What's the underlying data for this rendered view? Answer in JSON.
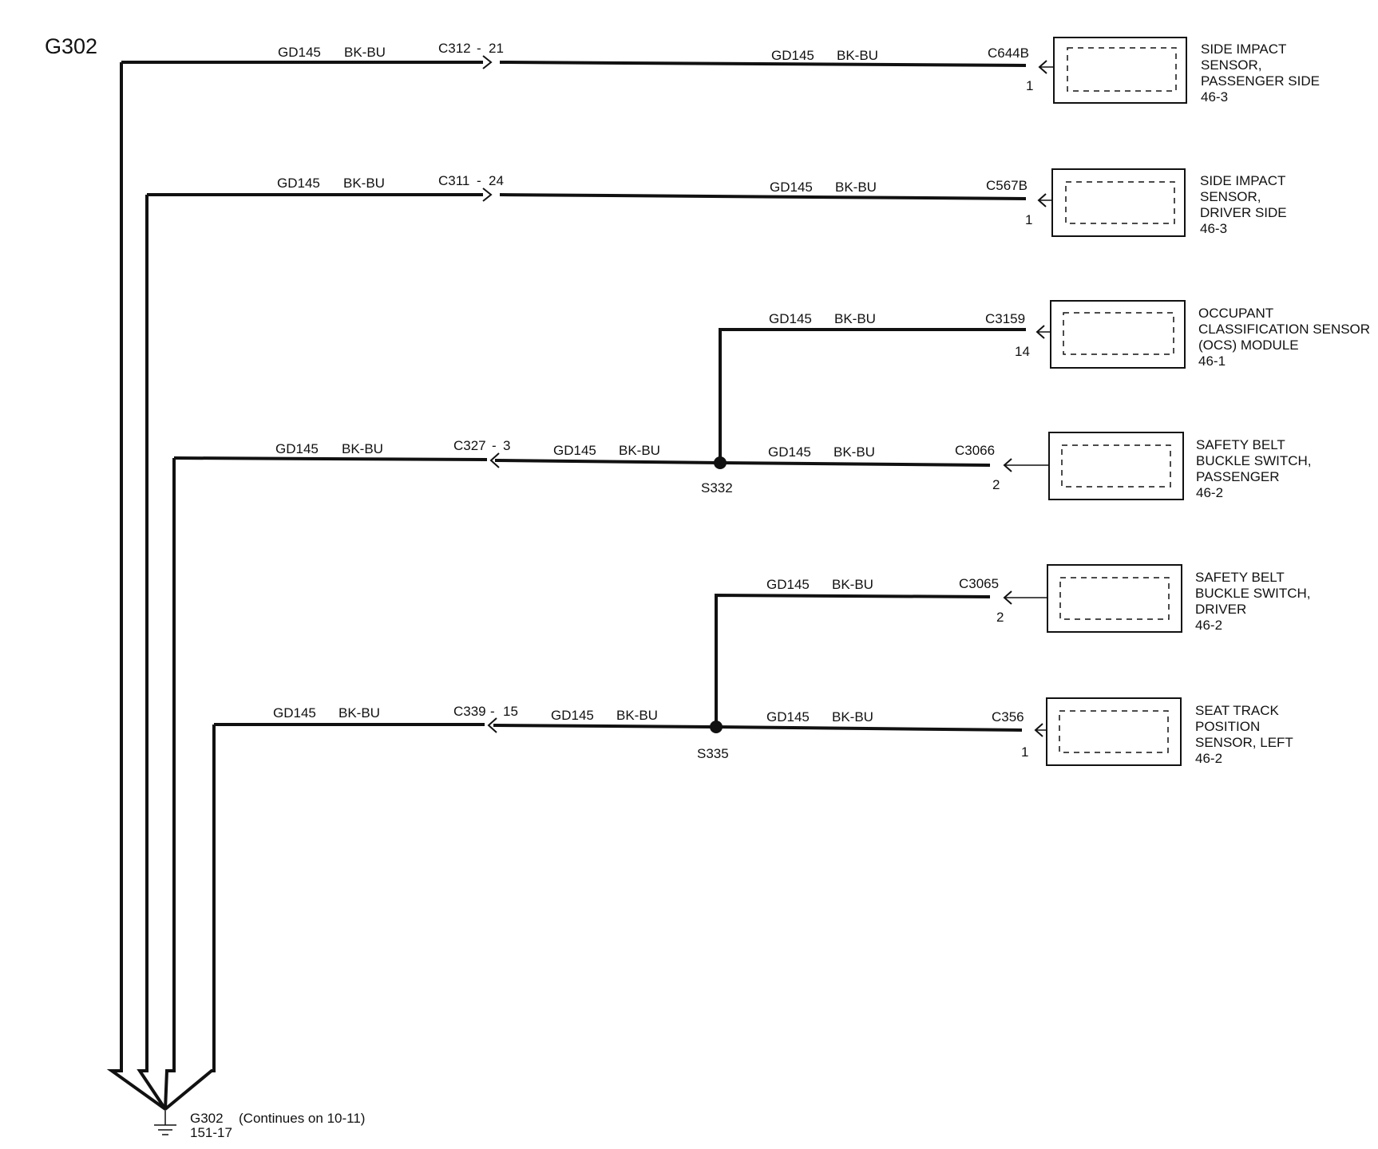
{
  "title": "G302",
  "ground": {
    "name": "G302",
    "ref": "151-17",
    "note": "(Continues on 10-11)"
  },
  "circuit": "GD145",
  "color": "BK-BU",
  "inline_connectors": {
    "c312": "C312",
    "c312_pin": "21",
    "c311": "C311",
    "c311_pin": "24",
    "c327": "C327",
    "c327_pin": "3",
    "c339": "C339",
    "c339_pin": "15",
    "dash": "-"
  },
  "splices": {
    "s332": "S332",
    "s335": "S335"
  },
  "components": [
    {
      "connector": "C644B",
      "pin": "1",
      "name_lines": [
        "SIDE IMPACT",
        "SENSOR,",
        "PASSENGER SIDE",
        "46-3"
      ]
    },
    {
      "connector": "C567B",
      "pin": "1",
      "name_lines": [
        "SIDE IMPACT",
        "SENSOR,",
        "DRIVER SIDE",
        "46-3"
      ]
    },
    {
      "connector": "C3159",
      "pin": "14",
      "name_lines": [
        "OCCUPANT",
        "CLASSIFICATION SENSOR",
        "(OCS) MODULE",
        "46-1"
      ]
    },
    {
      "connector": "C3066",
      "pin": "2",
      "name_lines": [
        "SAFETY BELT",
        "BUCKLE SWITCH,",
        "PASSENGER",
        "46-2"
      ]
    },
    {
      "connector": "C3065",
      "pin": "2",
      "name_lines": [
        "SAFETY BELT",
        "BUCKLE SWITCH,",
        "DRIVER",
        "46-2"
      ]
    },
    {
      "connector": "C356",
      "pin": "1",
      "name_lines": [
        "SEAT TRACK",
        "POSITION",
        "SENSOR, LEFT",
        "46-2"
      ]
    }
  ]
}
